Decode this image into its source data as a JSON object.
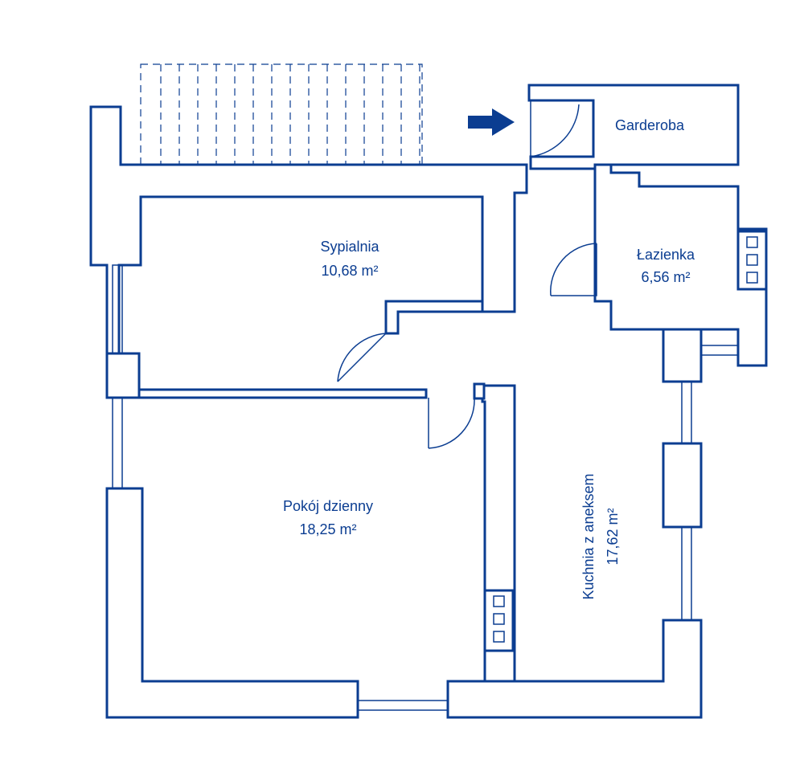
{
  "colors": {
    "line": "#0b3d91",
    "background": "#ffffff"
  },
  "rooms": {
    "garderoba": {
      "name": "Garderoba"
    },
    "sypialnia": {
      "name": "Sypialnia",
      "area": "10,68 m²"
    },
    "lazienka": {
      "name": "Łazienka",
      "area": "6,56 m²"
    },
    "pokoj": {
      "name": "Pokój dzienny",
      "area": "18,25 m²"
    },
    "kuchnia": {
      "name": "Kuchnia z aneksem",
      "area": "17,62 m²"
    }
  },
  "icons": {
    "entrance": "entrance-arrow-icon"
  }
}
